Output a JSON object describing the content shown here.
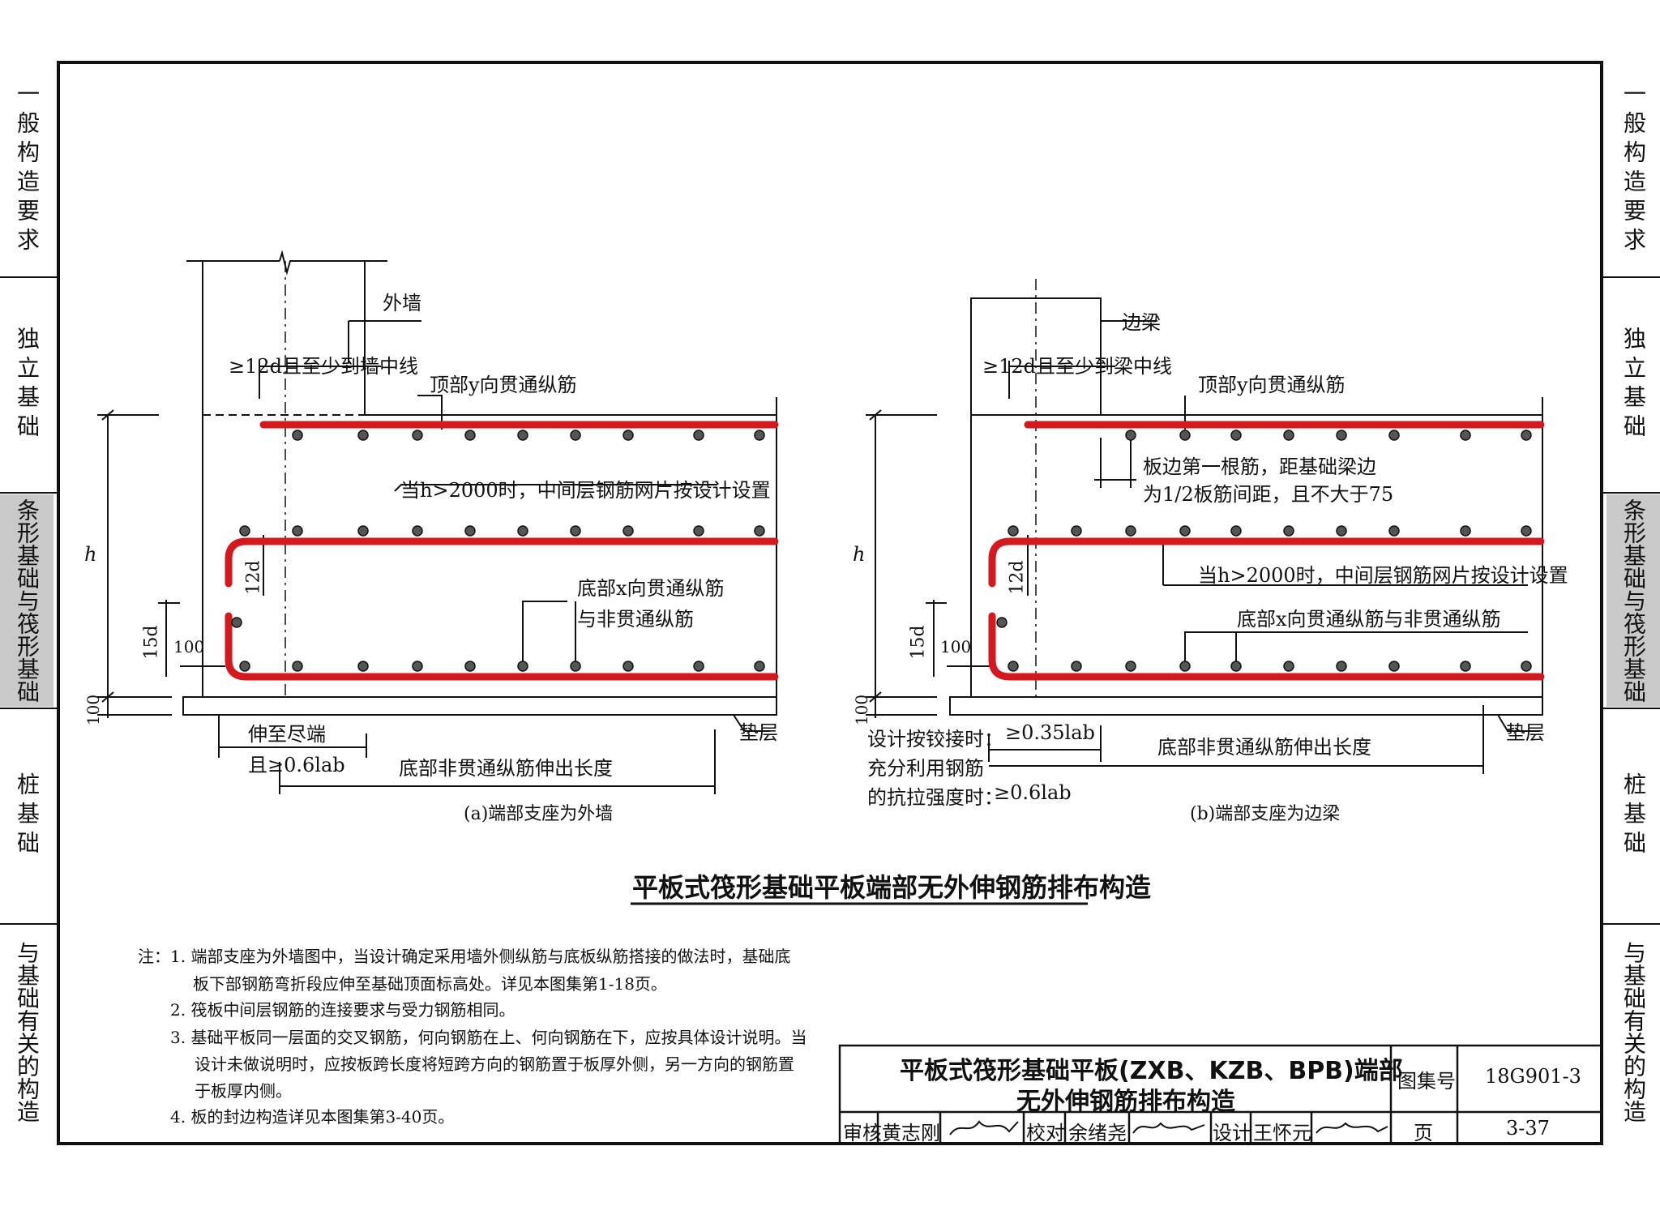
{
  "side_tabs": [
    "一般构造要求",
    "独立基础",
    "条形基础与筏形基础",
    "桩基础",
    "与基础有关的构造"
  ],
  "active_tab": "条形基础与筏形基础",
  "diagram_a": {
    "label_wall": "外墙",
    "label_anchor": "≥12d且至少到墙中线",
    "label_top_bar": "顶部y向贯通纵筋",
    "label_mid_mesh": "当h>2000时，中间层钢筋网片按设计设置",
    "label_bottom_bar_1": "底部x向贯通纵筋",
    "label_bottom_bar_2": "与非贯通纵筋",
    "dim_h": "h",
    "dim_12d": "12d",
    "dim_15d": "15d",
    "dim_100_a": "100",
    "dim_100_b": "100",
    "label_extend_1": "伸至尽端",
    "label_extend_2": "且≥0.6lab",
    "label_bottom_len": "底部非贯通纵筋伸出长度",
    "label_cushion": "垫层",
    "caption": "(a)端部支座为外墙"
  },
  "diagram_b": {
    "label_beam": "边梁",
    "label_anchor": "≥12d且至少到梁中线",
    "label_top_bar": "顶部y向贯通纵筋",
    "label_first_bar_1": "板边第一根筋，距基础梁边",
    "label_first_bar_2": "为1/2板筋间距，且不大于75",
    "label_mid_mesh": "当h>2000时，中间层钢筋网片按设计设置",
    "label_bottom_bar": "底部x向贯通纵筋与非贯通纵筋",
    "dim_h": "h",
    "dim_12d": "12d",
    "dim_15d": "15d",
    "dim_100_a": "100",
    "dim_100_b": "100",
    "label_hinge_1": "设计按铰接时：",
    "label_hinge_2": "充分利用钢筋",
    "label_hinge_3": "的抗拉强度时：",
    "label_035": "≥0.35lab",
    "label_06": "≥0.6lab",
    "label_bottom_len": "底部非贯通纵筋伸出长度",
    "label_cushion": "垫层",
    "caption": "(b)端部支座为边梁"
  },
  "main_title": "平板式筏形基础平板端部无外伸钢筋排布构造",
  "notes": [
    "注：1. 端部支座为外墙图中，当设计确定采用墙外侧纵筋与底板纵筋搭接的做法时，基础底",
    "板下部钢筋弯折段应伸至基础顶面标高处。详见本图集第1-18页。",
    "2. 筏板中间层钢筋的连接要求与受力钢筋相同。",
    "3. 基础平板同一层面的交叉钢筋，何向钢筋在上、何向钢筋在下，应按具体设计说明。当",
    "设计未做说明时，应按板跨长度将短跨方向的钢筋置于板厚外侧，另一方向的钢筋置",
    "于板厚内侧。",
    "4. 板的封边构造详见本图集第3-40页。"
  ],
  "title_block": {
    "title_line1": "平板式筏形基础平板(ZXB、KZB、BPB)端部",
    "title_line2": "无外伸钢筋排布构造",
    "atlas_label": "图集号",
    "atlas_no": "18G901-3",
    "review_label": "审核",
    "review_name": "黄志刚",
    "check_label": "校对",
    "check_name": "余绪尧",
    "design_label": "设计",
    "design_name": "王怀元",
    "page_label": "页",
    "page_no": "3-37"
  },
  "colors": {
    "rebar": "#d2191e",
    "line": "#111111",
    "tab_active": "#c9c9c9"
  }
}
